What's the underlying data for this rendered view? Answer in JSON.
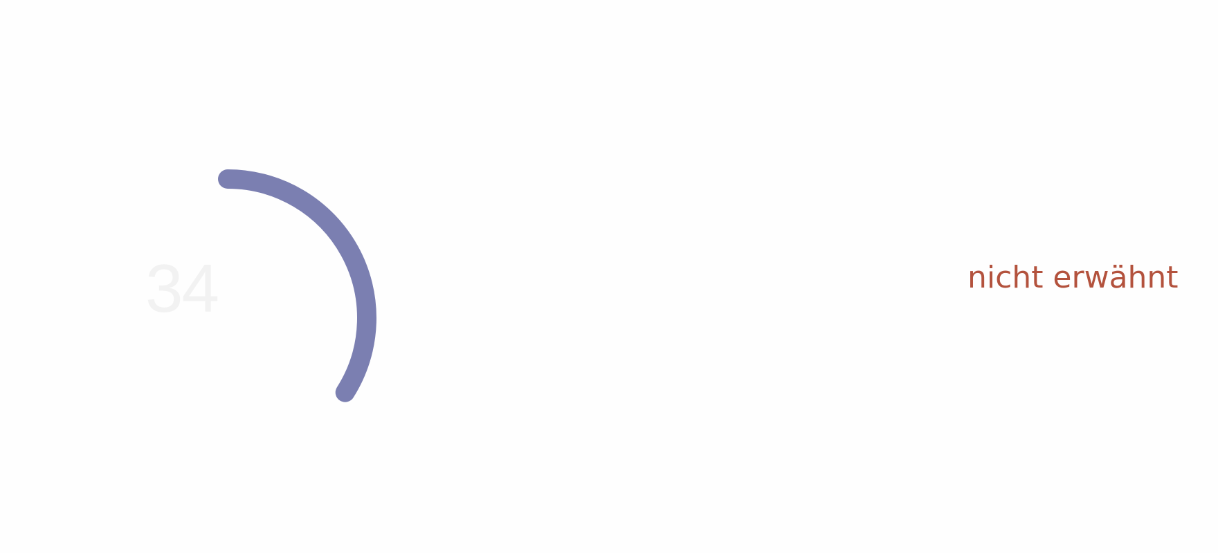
{
  "gauge": {
    "value": "34",
    "fraction": 0.34,
    "arc_color": "#7b7fb1",
    "value_color": "#f2f2f2"
  },
  "status": {
    "text": "nicht erwähnt",
    "color": "#b3523d"
  }
}
